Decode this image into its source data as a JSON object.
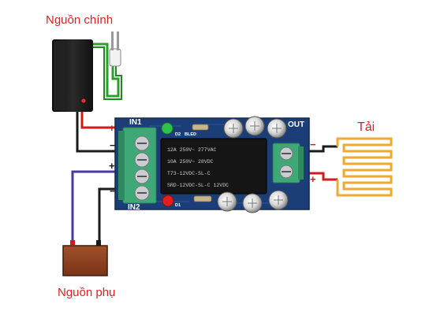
{
  "labels": {
    "main_power": "Nguồn chính",
    "backup_power": "Nguồn phụ",
    "load": "Tải"
  },
  "board": {
    "in1": "IN1",
    "in2": "IN2",
    "out": "OUT",
    "d2": "D2",
    "led": "BLED",
    "d1": "D1",
    "relay_lines": [
      "12A 250V~ 277VAC",
      "10A 250V~ 28VDC",
      "T73-12VDC-SL-C",
      "SRD-12VDC-SL-C 12VDC"
    ]
  },
  "polarity": {
    "in1_plus": "+",
    "in1_minus": "−",
    "in2_plus": "+",
    "in2_minus": "−",
    "out_minus": "−",
    "out_plus": "+"
  },
  "colors": {
    "wire_red": "#d21a1a",
    "wire_black": "#1a1a1a",
    "wire_blue": "#4a3aa0",
    "board_blue": "#1b3e78",
    "terminal_green": "#3fa877",
    "load_orange": "#f0a830",
    "label_red": "#e0201c"
  }
}
